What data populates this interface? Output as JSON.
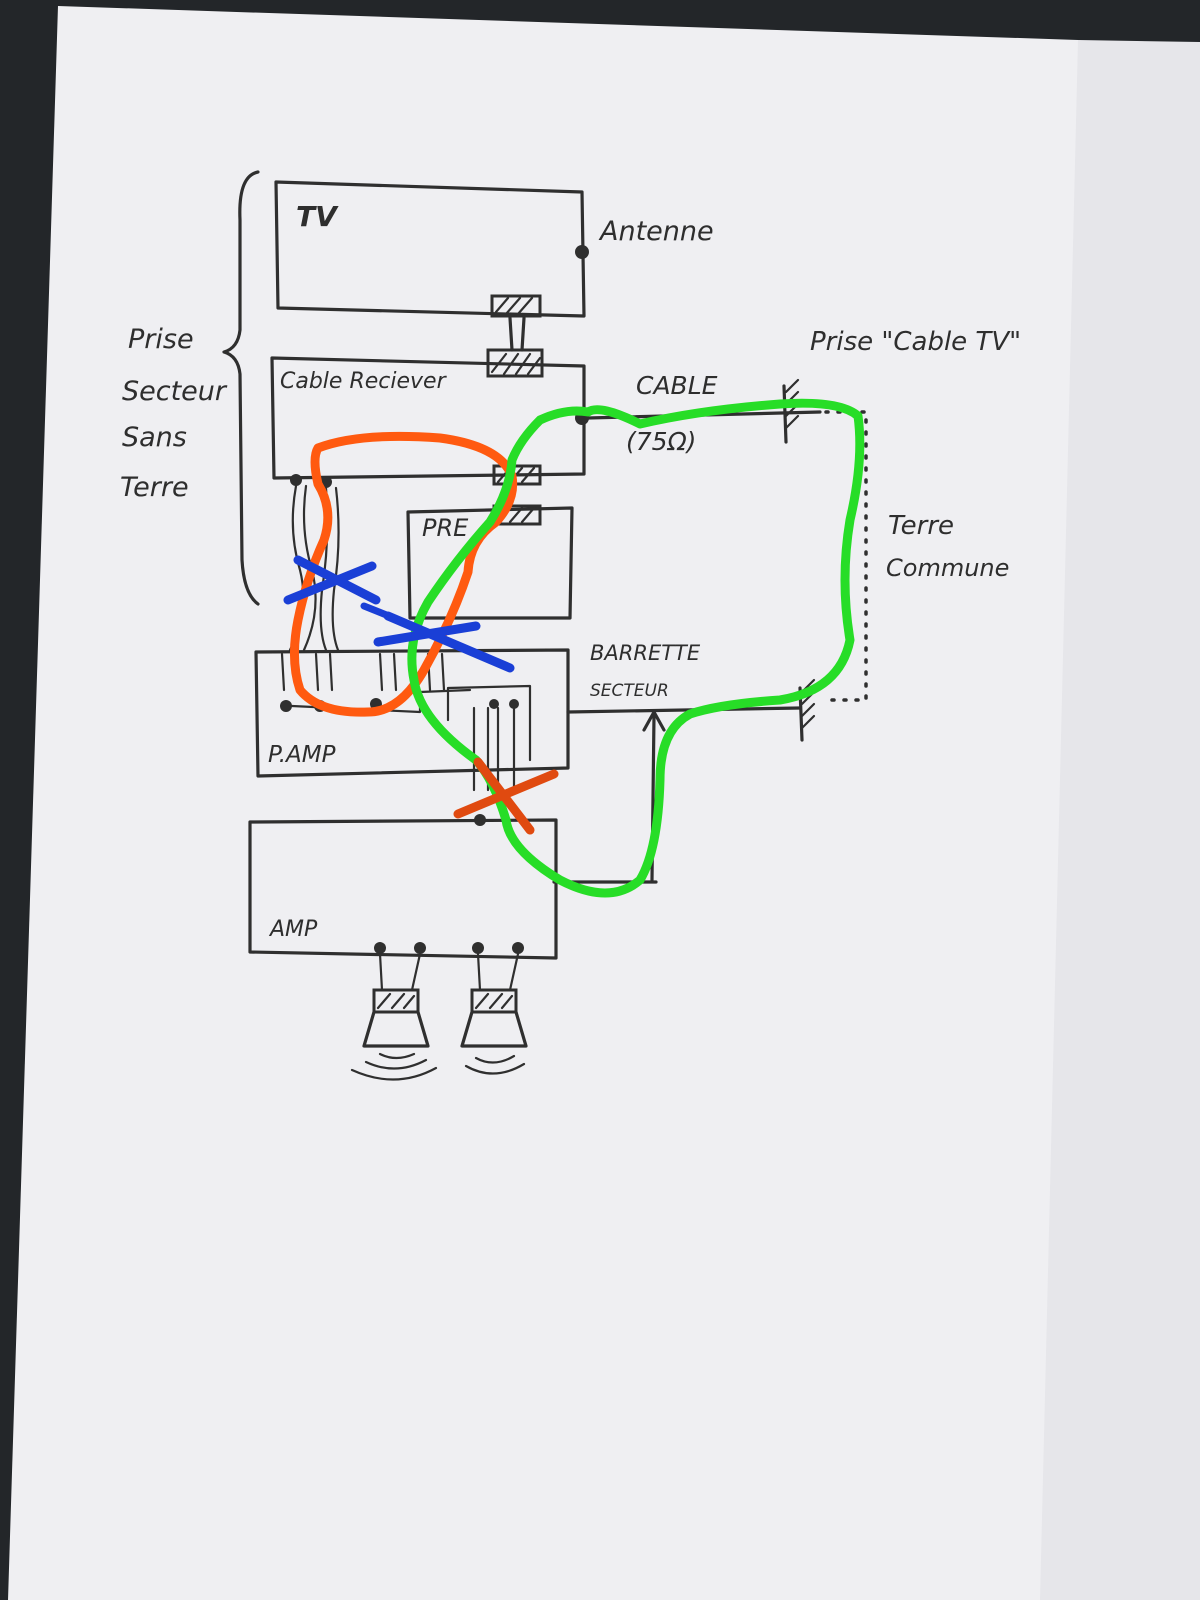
{
  "sheet": {
    "background_color": "#232629",
    "paper_color": "#efeff2"
  },
  "labels": {
    "tv": "TV",
    "antenne": "Antenne",
    "prise_cable_tv": "Prise \"Cable TV\"",
    "cable": "CABLE",
    "impedance": "(75Ω)",
    "cable_receiver": "Cable Reciever",
    "pre": "PRE",
    "p_amp": "P.AMP",
    "amp": "AMP",
    "barrette": "BARRETTE",
    "secteur": "SECTEUR",
    "terre": "Terre",
    "commune": "Commune",
    "prise_secteur_sans_terre": [
      "Prise",
      "Secteur",
      "Sans",
      "Terre"
    ]
  },
  "annotations": {
    "orange_loop_color": "#ff5a10",
    "green_loop_color": "#27dd27",
    "blue_cross_color": "#1a3fd6",
    "orange_cross_color": "#e04a10"
  },
  "icons": [
    "speaker-icon",
    "ground-symbol-icon"
  ]
}
